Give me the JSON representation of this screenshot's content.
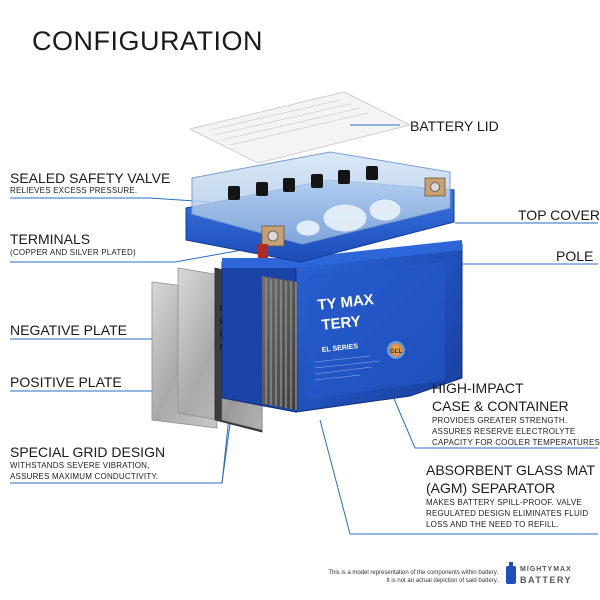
{
  "title": "CONFIGURATION",
  "callouts": {
    "battery_lid": "BATTERY LID",
    "top_cover": "TOP COVER",
    "pole": "POLE",
    "sealed_valve": "SEALED SAFETY VALVE",
    "sealed_valve_desc": "RELIEVES EXCESS PRESSURE.",
    "terminals": "TERMINALS",
    "terminals_desc": "(COPPER AND SILVER PLATED)",
    "negative_plate": "NEGATIVE PLATE",
    "positive_plate": "POSITIVE PLATE",
    "grid_design": "SPECIAL GRID DESIGN",
    "grid_desc_1": "WITHSTANDS SEVERE VIBRATION,",
    "grid_desc_2": "ASSURES MAXIMUM CONDUCTIVITY.",
    "case_1": "HIGH-IMPACT",
    "case_2": "CASE & CONTAINER",
    "case_desc_1": "PROVIDES GREATER STRENGTH.",
    "case_desc_2": "ASSURES RESERVE ELECTROLYTE",
    "case_desc_3": "CAPACITY FOR COOLER TEMPERATURES.",
    "agm_1": "ABSORBENT GLASS MAT",
    "agm_2": "(AGM) SEPARATOR",
    "agm_desc_1": "MAKES BATTERY SPILL-PROOF. VALVE",
    "agm_desc_2": "REGULATED DESIGN ELIMINATES FLUID",
    "agm_desc_3": "LOSS AND THE NEED TO REFILL."
  },
  "footer": {
    "line1": "This is a model representation of the components within battery.",
    "line2": "It is not an actual depiction of said battery."
  },
  "logo": {
    "word1": "MIGHTYMAX",
    "word2": "BATTERY"
  },
  "product": {
    "brand_1": "TY MAX",
    "brand_2": "TERY",
    "series": "EL SERIES",
    "badge": "GEL"
  },
  "colors": {
    "case_blue": "#1f4fbf",
    "case_blue_dark": "#15378a",
    "leader_blue": "#2b6cc4",
    "plate_gray": "#a8a8a8"
  }
}
